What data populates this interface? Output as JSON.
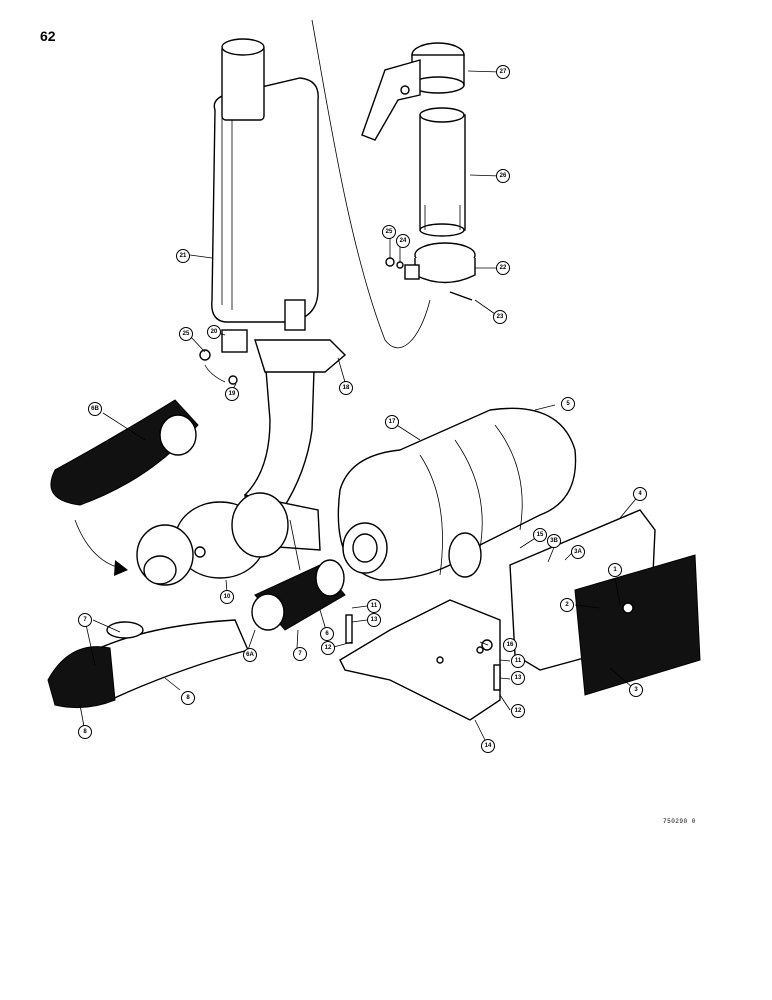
{
  "page": {
    "number": "62",
    "drawing_code": "750290 0"
  },
  "callouts": [
    {
      "id": "c1",
      "label": "1"
    },
    {
      "id": "c2",
      "label": "2"
    },
    {
      "id": "c3",
      "label": "3"
    },
    {
      "id": "c3a",
      "label": "3A"
    },
    {
      "id": "c3b",
      "label": "3B"
    },
    {
      "id": "c4",
      "label": "4"
    },
    {
      "id": "c5",
      "label": "5"
    },
    {
      "id": "c6",
      "label": "6"
    },
    {
      "id": "c6a",
      "label": "6A"
    },
    {
      "id": "c6b",
      "label": "6B"
    },
    {
      "id": "c7a",
      "label": "7"
    },
    {
      "id": "c7b",
      "label": "7"
    },
    {
      "id": "c8a",
      "label": "8"
    },
    {
      "id": "c8b",
      "label": "8"
    },
    {
      "id": "c10",
      "label": "10"
    },
    {
      "id": "c11a",
      "label": "11"
    },
    {
      "id": "c11b",
      "label": "11"
    },
    {
      "id": "c12a",
      "label": "12"
    },
    {
      "id": "c12b",
      "label": "12"
    },
    {
      "id": "c13a",
      "label": "13"
    },
    {
      "id": "c13b",
      "label": "13"
    },
    {
      "id": "c14",
      "label": "14"
    },
    {
      "id": "c15",
      "label": "15"
    },
    {
      "id": "c16",
      "label": "16"
    },
    {
      "id": "c17",
      "label": "17"
    },
    {
      "id": "c18",
      "label": "18"
    },
    {
      "id": "c19",
      "label": "19"
    },
    {
      "id": "c20",
      "label": "20"
    },
    {
      "id": "c21",
      "label": "21"
    },
    {
      "id": "c22",
      "label": "22"
    },
    {
      "id": "c23",
      "label": "23"
    },
    {
      "id": "c24",
      "label": "24"
    },
    {
      "id": "c25a",
      "label": "25"
    },
    {
      "id": "c25b",
      "label": "25"
    },
    {
      "id": "c26",
      "label": "26"
    },
    {
      "id": "c27",
      "label": "27"
    }
  ]
}
